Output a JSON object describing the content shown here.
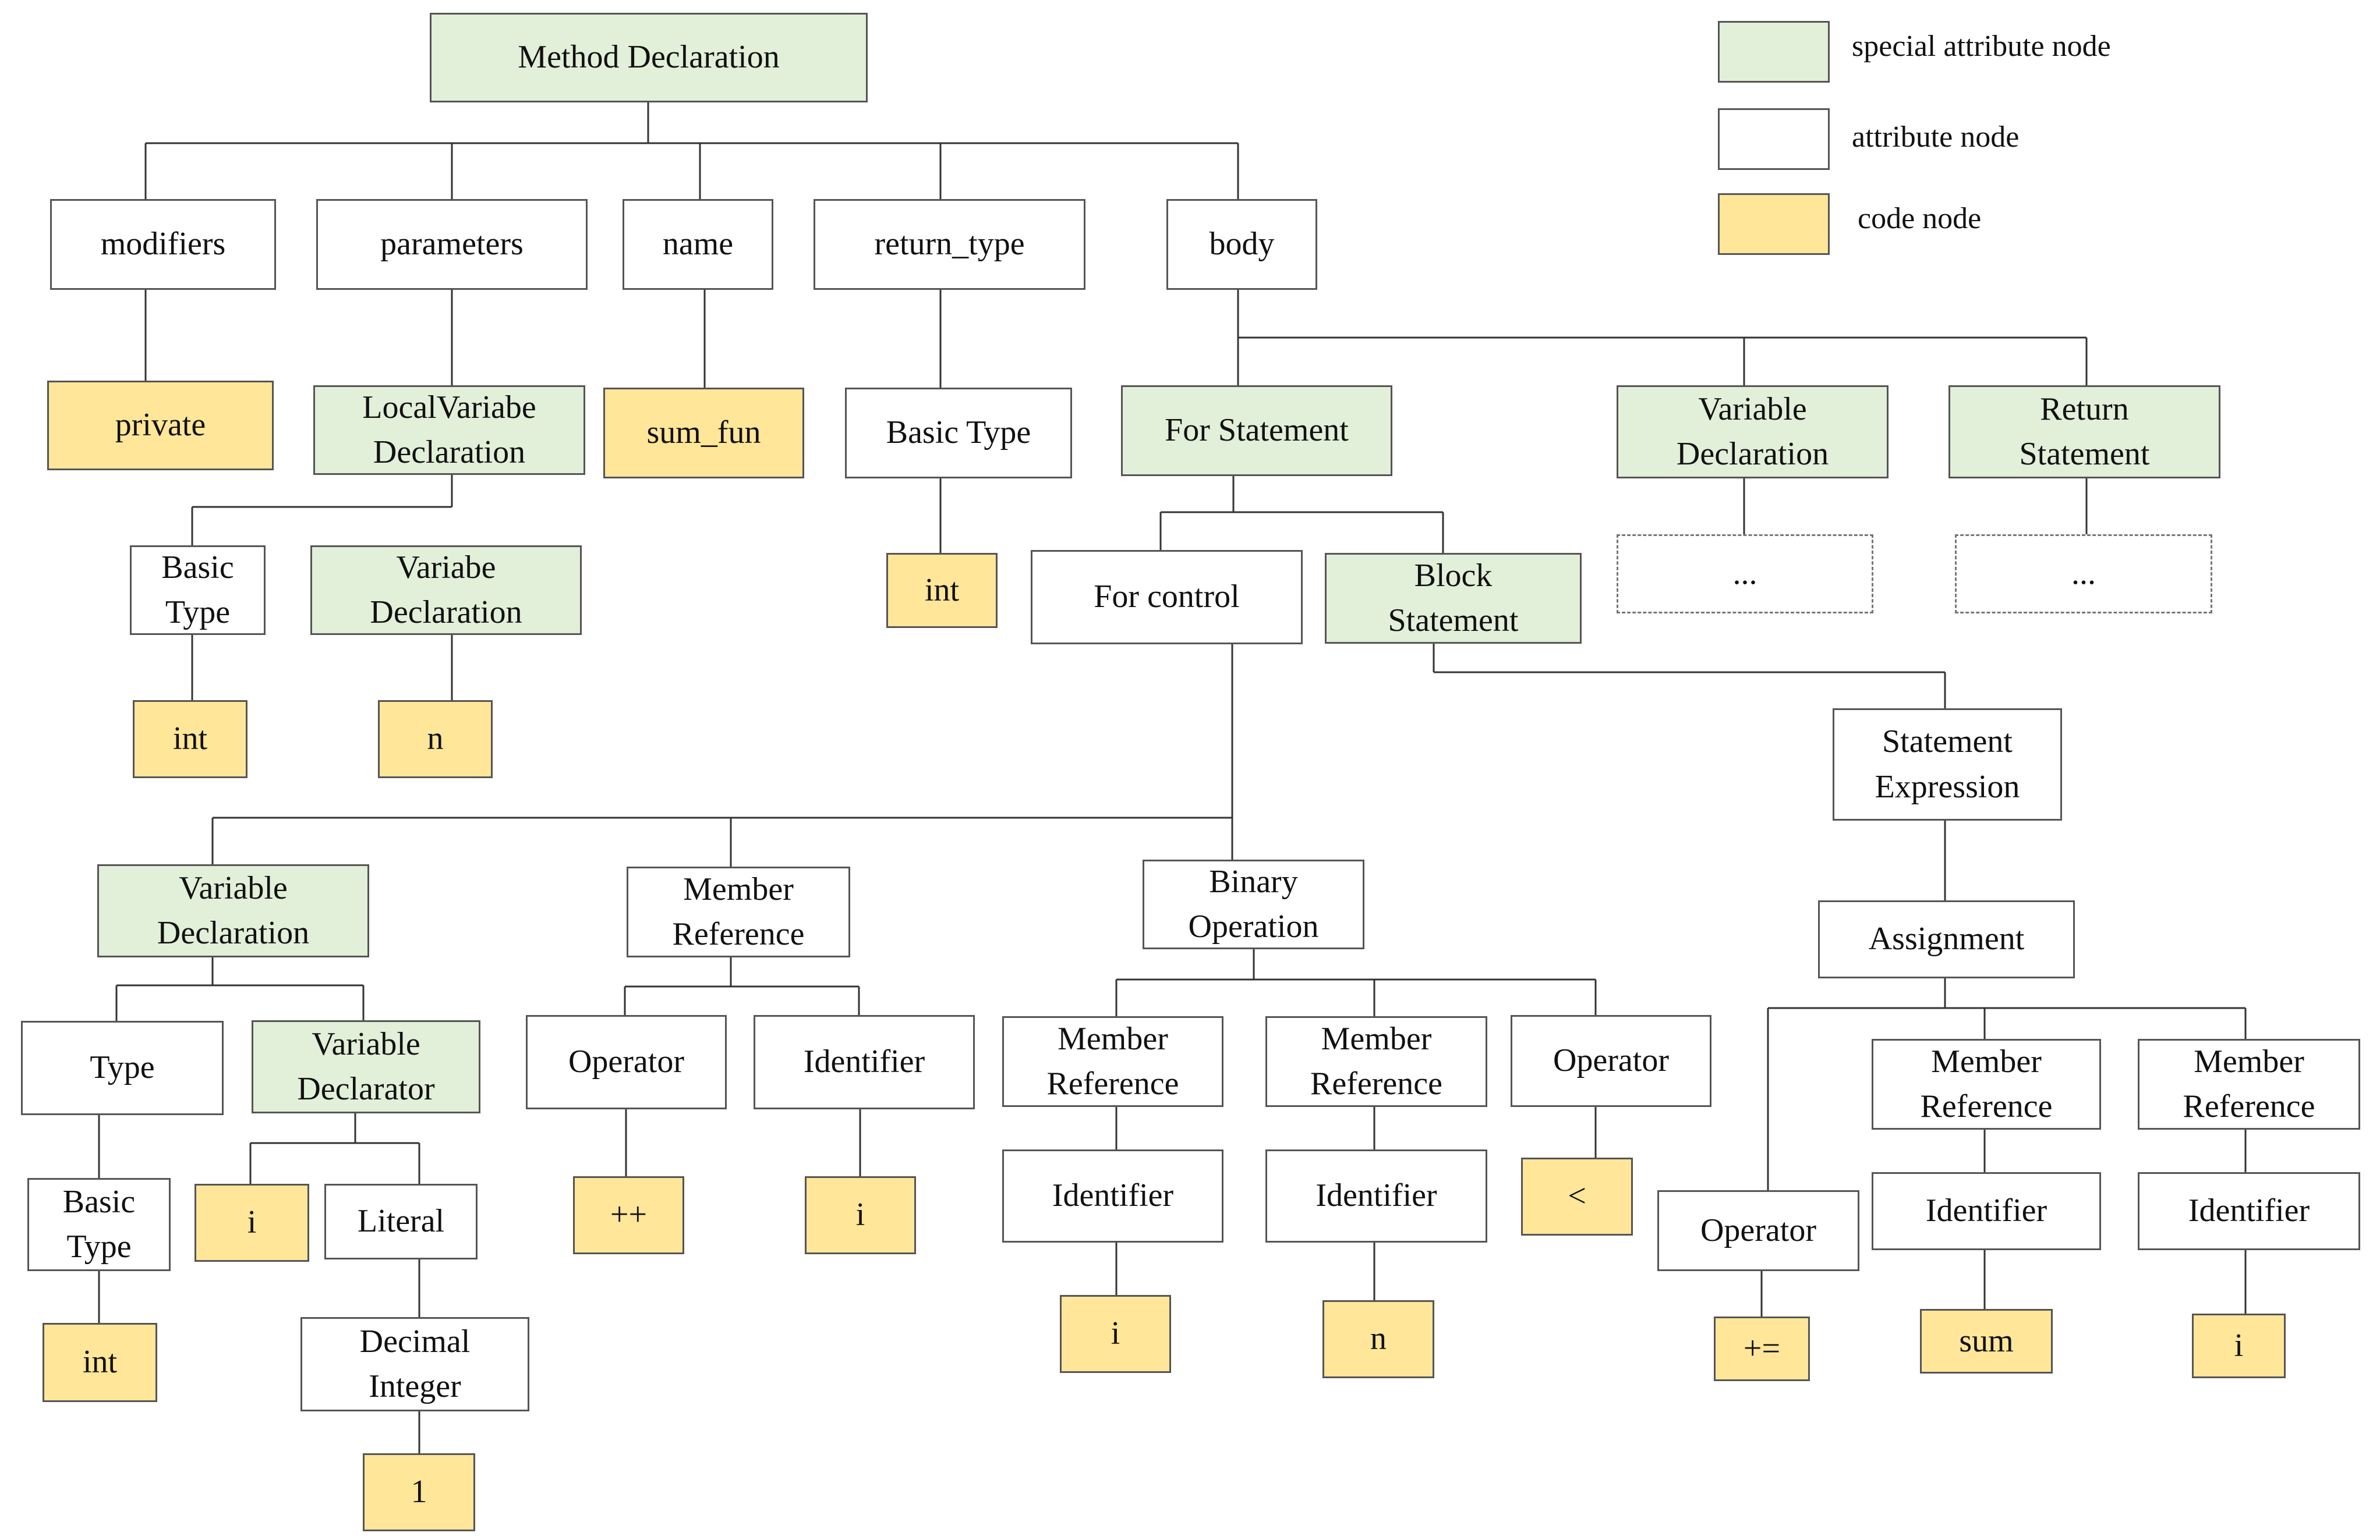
{
  "legend": {
    "special": "special attribute node",
    "attribute": "attribute node",
    "code": "code node",
    "colors": {
      "special": "#e2efd9",
      "attribute": "#ffffff",
      "code": "#ffe699"
    }
  },
  "nodes": {
    "method_declaration": "Method Declaration",
    "modifiers": "modifiers",
    "parameters": "parameters",
    "name": "name",
    "return_type": "return_type",
    "body": "body",
    "private": "private",
    "local_variable_declaration": "LocalVariabe\nDeclaration",
    "sum_fun": "sum_fun",
    "basic_type_return": "Basic Type",
    "for_statement": "For Statement",
    "variable_declaration_body": "Variable\nDeclaration",
    "return_statement": "Return\nStatement",
    "basic_type_param": "Basic\nType",
    "variabe_declaration_param": "Variabe\nDeclaration",
    "int_return": "int",
    "for_control": "For control",
    "block_statement": "Block\nStatement",
    "ellipsis_1": "...",
    "ellipsis_2": "...",
    "int_param": "int",
    "n_param": "n",
    "statement_expression": "Statement\nExpression",
    "variable_declaration_for": "Variable\nDeclaration",
    "member_reference_update": "Member\nReference",
    "binary_operation": "Binary\nOperation",
    "assignment": "Assignment",
    "type_for": "Type",
    "variable_declarator": "Variable\nDeclarator",
    "operator_update": "Operator",
    "identifier_update": "Identifier",
    "member_reference_bin_left": "Member\nReference",
    "member_reference_bin_right": "Member\nReference",
    "operator_bin": "Operator",
    "member_reference_assign_left": "Member\nReference",
    "member_reference_assign_right": "Member\nReference",
    "basic_type_for": "Basic\nType",
    "i_declarator": "i",
    "literal": "Literal",
    "increment_op": "++",
    "i_update": "i",
    "identifier_bin_left": "Identifier",
    "identifier_bin_right": "Identifier",
    "less_than_op": "<",
    "operator_assign": "Operator",
    "identifier_assign_left": "Identifier",
    "identifier_assign_right": "Identifier",
    "int_for": "int",
    "decimal_integer": "Decimal\nInteger",
    "i_bin": "i",
    "n_bin": "n",
    "plus_assign_op": "+=",
    "sum_ident": "sum",
    "i_assign": "i",
    "one_literal": "1"
  }
}
